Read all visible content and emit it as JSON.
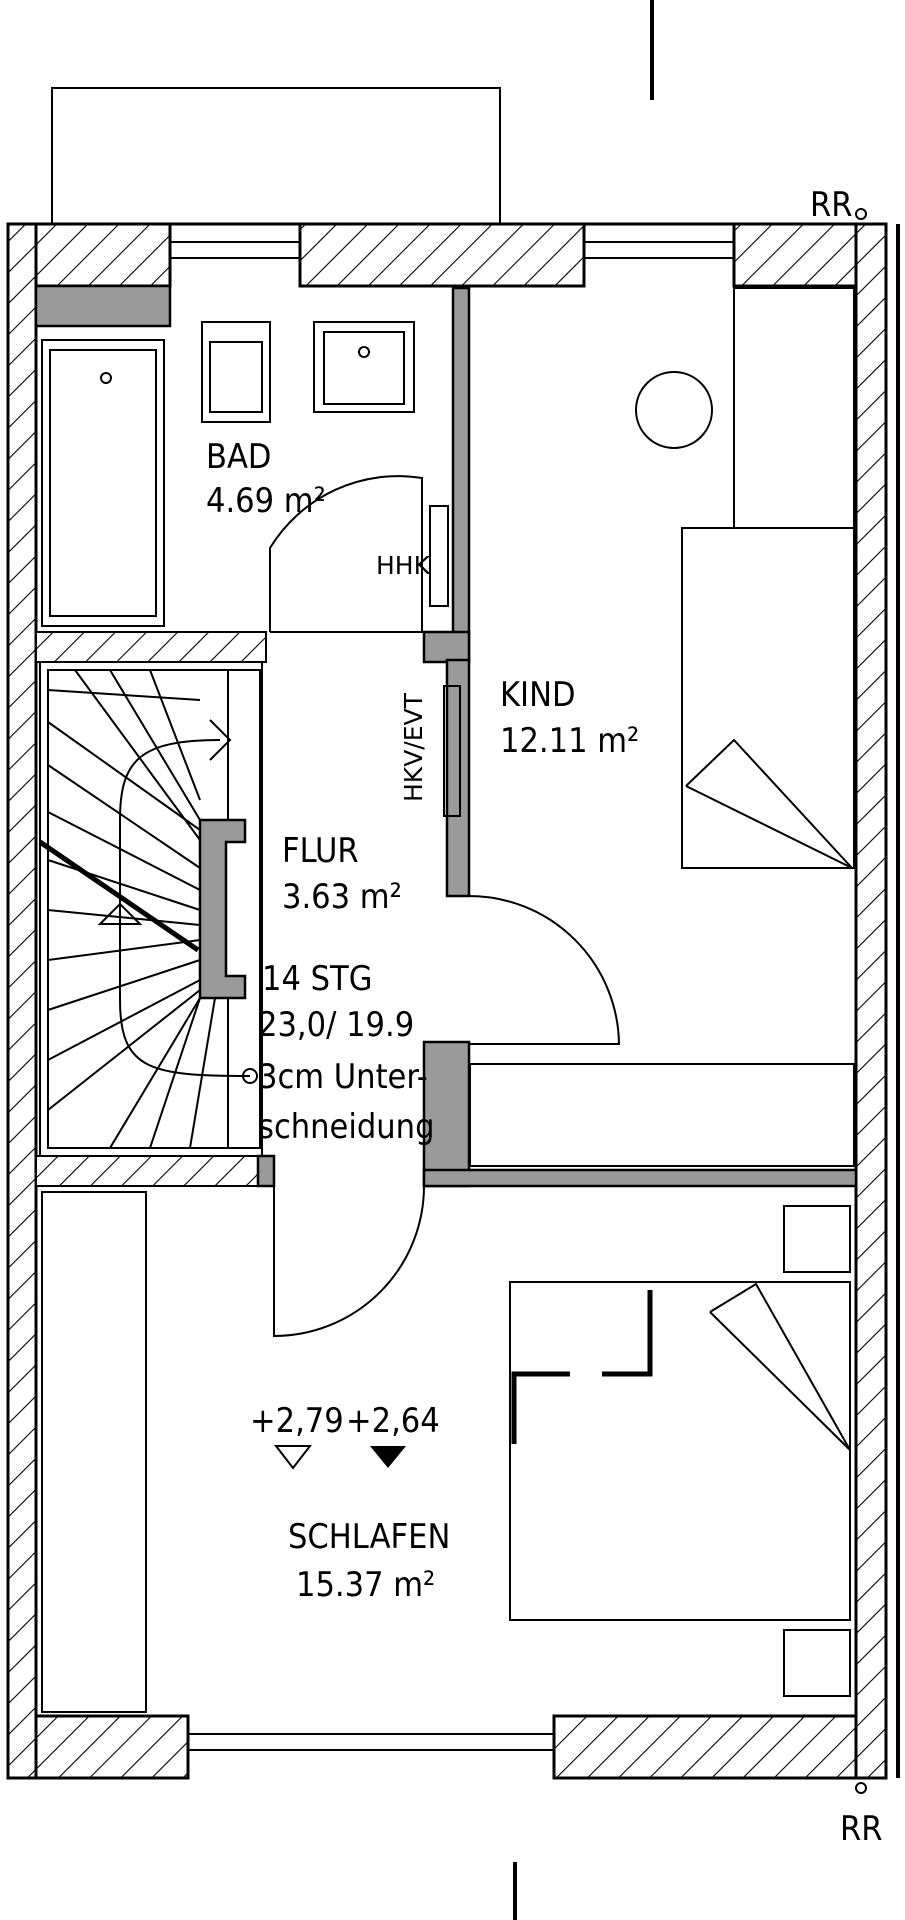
{
  "rooms": {
    "bad": {
      "name": "BAD",
      "area": "4.69 m²"
    },
    "kind": {
      "name": "KIND",
      "area": "12.11 m²"
    },
    "flur": {
      "name": "FLUR",
      "area": "3.63 m²"
    },
    "schlafen": {
      "name": "SCHLAFEN",
      "area": "15.37 m²"
    }
  },
  "stair": {
    "line1": "14 STG",
    "line2": "23,0/ 19.9",
    "line3": "3cm Unter-",
    "line4": "schneidung"
  },
  "labels": {
    "hhk": "HHK",
    "hkv_evt": "HKV/EVT",
    "rr_top": "RR",
    "rr_bottom": "RR"
  },
  "levels": {
    "finished": "+2,79",
    "raw": "+2,64"
  },
  "colors": {
    "wall_fill": "#9a9a9a",
    "hatch": "#000000",
    "line": "#000000",
    "background": "#ffffff"
  }
}
